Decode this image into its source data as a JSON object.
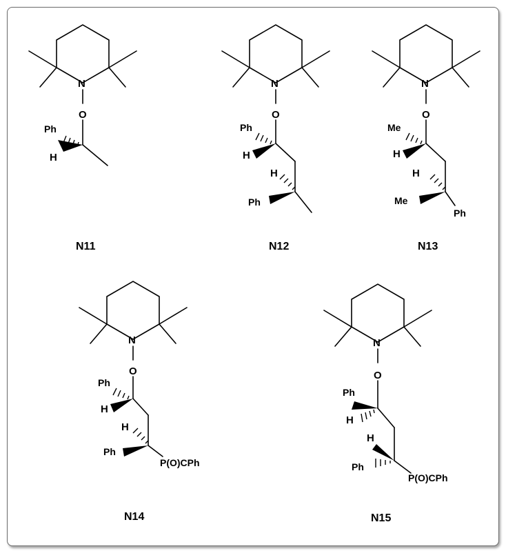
{
  "figure": {
    "labels": {
      "N": "N",
      "O": "O",
      "H": "H",
      "Ph": "Ph",
      "Me": "Me",
      "P": "P(O)CPh"
    }
  },
  "compounds": [
    {
      "id": "N11",
      "label": "N11"
    },
    {
      "id": "N12",
      "label": "N12"
    },
    {
      "id": "N13",
      "label": "N13"
    },
    {
      "id": "N14",
      "label": "N14"
    },
    {
      "id": "N15",
      "label": "N15"
    }
  ]
}
